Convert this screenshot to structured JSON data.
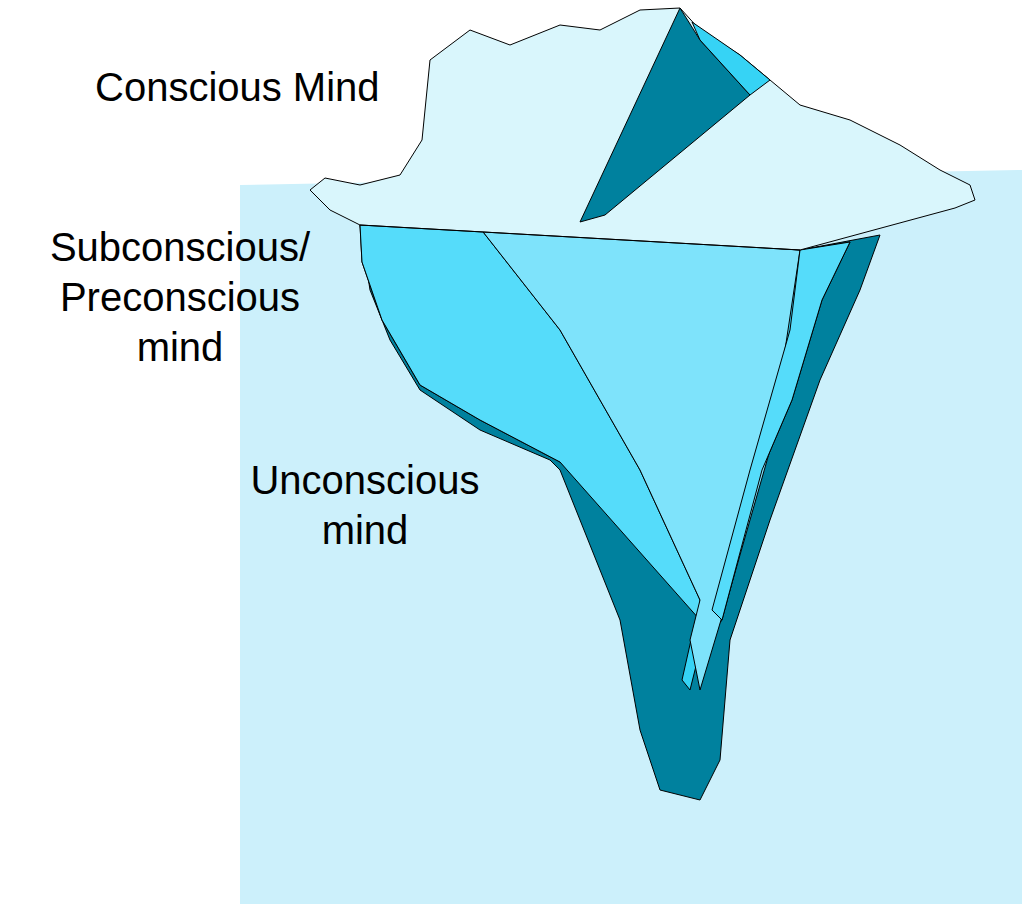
{
  "diagram": {
    "labels": [
      "Conscious Mind",
      "Subconscious/ Preconscious mind",
      "Unconscious mind"
    ]
  }
}
